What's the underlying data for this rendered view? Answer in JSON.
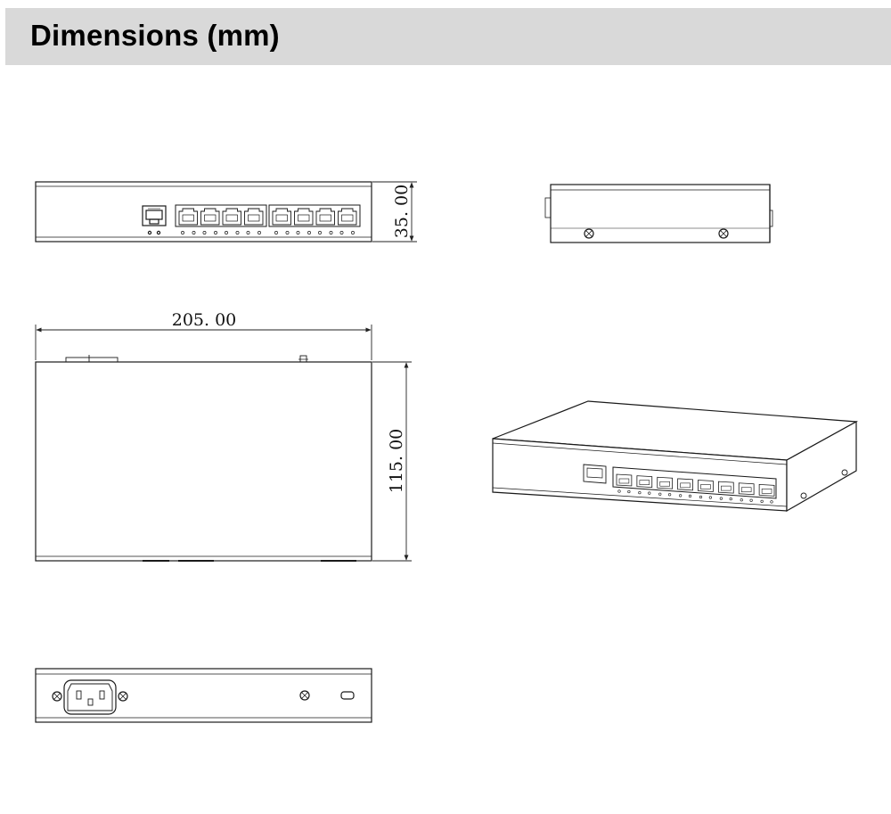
{
  "header": {
    "title": "Dimensions (mm)"
  },
  "dimensions": {
    "height_label": "35. 00",
    "width_label": "205. 00",
    "depth_label": "115. 00"
  },
  "device": {
    "rj45_port_count": 8,
    "sfp_port_count": 1
  },
  "colors": {
    "header_background": "#d9d9d9",
    "line": "#1a1a1a"
  }
}
